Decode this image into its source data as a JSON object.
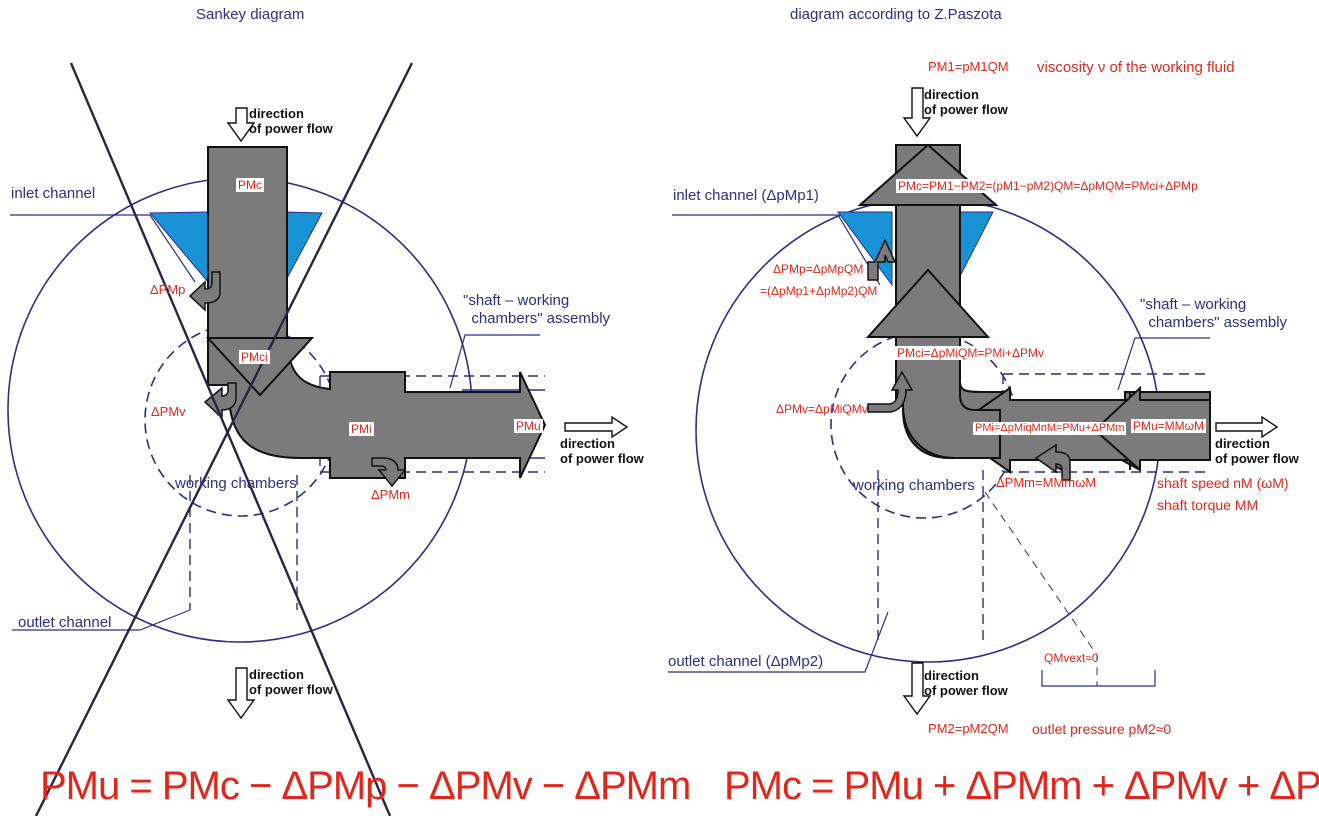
{
  "colors": {
    "navy": "#2b2f86",
    "red": "#e3261b",
    "arrow_fill": "#7b7b7b",
    "channel_blue": "#1a92d6",
    "cross": "#2a2346"
  },
  "left": {
    "title": "Sankey diagram",
    "direction_top": "direction\nof power flow",
    "direction_right": "direction\nof power flow",
    "direction_bottom": "direction\nof power flow",
    "inlet_channel": "inlet channel",
    "shaft_assembly": "\"shaft – working\n  chambers\" assembly",
    "working_chambers": "working chambers",
    "outlet_channel": "outlet channel",
    "p_mc": "PMc",
    "p_mci": "PMci",
    "p_mi": "PMi",
    "p_mu": "PMu",
    "dp_mp": "ΔPMp",
    "dp_mv": "ΔPMv",
    "dp_mm": "ΔPMm",
    "formula": "PMu = PMc − ΔPMp − ΔPMv − ΔPMm",
    "crossed_out": true
  },
  "right": {
    "title": "diagram according to Z.Paszota",
    "p_m1": "PM1=pM1QM",
    "viscosity": "viscosity ν of the working fluid",
    "direction_top": "direction\nof power flow",
    "direction_right": "direction\nof power flow",
    "direction_bottom": "direction\nof power flow",
    "p_mc_eq": "PMc=PM1−PM2=(pM1−pM2)QM=ΔpMQM=PMci+ΔPMp",
    "inlet_channel": "inlet channel (ΔpMp1)",
    "dp_mp_eq1": "ΔPMp=ΔpMpQM",
    "dp_mp_eq2": "=(ΔpMp1+ΔpMp2)QM",
    "shaft_assembly": "\"shaft – working\n  chambers\" assembly",
    "p_mci_eq": "PMci=ΔpMiQM=PMi+ΔPMv",
    "dp_mv_eq": "ΔPMv=ΔpMiQMv",
    "p_mi_eq": "PMi=ΔpMiqMnM=PMu+ΔPMm",
    "p_mu_eq": "PMu=MMωM",
    "working_chambers": "working chambers",
    "dp_mm_eq": "ΔPMm=MMmωM",
    "shaft_speed": "shaft speed nM (ωM)",
    "shaft_torque": "shaft torque MM",
    "outlet_channel": "outlet channel (ΔpMp2)",
    "q_mvext": "QMvext≈0",
    "p_m2": "PM2=pM2QM",
    "outlet_pressure": "outlet pressure pM2≈0",
    "formula": "PMc = PMu + ΔPMm + ΔPMv + ΔPMp"
  }
}
